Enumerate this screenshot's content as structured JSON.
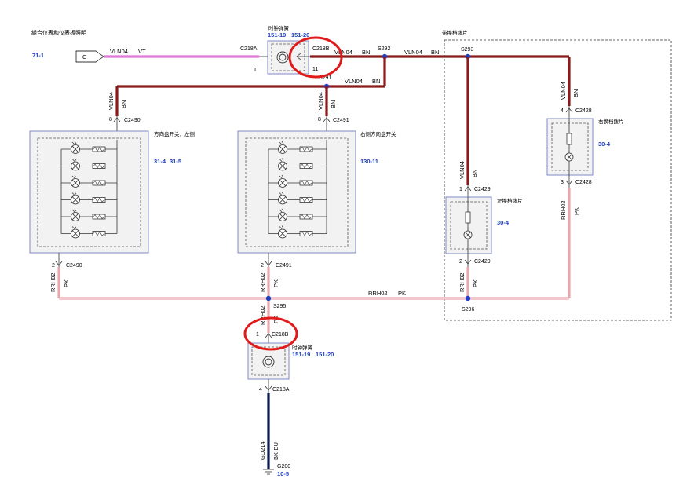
{
  "labels": {
    "cluster_title": "組合仪表和仪表板照明",
    "ref_71": "71-1",
    "plug_c": "C",
    "clock_spring_top": "时钟弹簧",
    "ref_151_19_top": "151-19",
    "ref_151_20_top": "151-20",
    "c218a_top": "C218A",
    "c218b_top": "C218B",
    "pin1_top": "1",
    "pin11_top": "11",
    "vln04_vt": "VLN04",
    "vt": "VT",
    "s292_w_vln": "VLN04",
    "s292_w_bn": "BN",
    "s292": "S292",
    "s292_e_vln": "VLN04",
    "s292_e_bn": "BN",
    "paddle_region": "带换档拨片",
    "s293": "S293",
    "s291": "S291",
    "s291_vln": "VLN04",
    "s291_bn": "BN",
    "left_sw_vln": "VLN04",
    "left_sw_bn": "BN",
    "left_sw_pin8": "8",
    "left_sw_conn_top": "C2490",
    "left_sw_title": "方向盘开关，左侧",
    "left_sw_ref1": "31-4",
    "left_sw_ref2": "31-5",
    "left_sw_pin2": "2",
    "left_sw_conn_bot": "C2490",
    "left_sw_rrh": "RRH02",
    "left_sw_pk": "PK",
    "right_sw_vln": "VLN04",
    "right_sw_bn": "BN",
    "right_sw_pin8": "8",
    "right_sw_conn_top": "C2491",
    "right_sw_title": "右侧方向盘开关",
    "right_sw_ref": "130-11",
    "right_sw_pin2": "2",
    "right_sw_conn_bot": "C2491",
    "right_sw_rrh": "RRH02",
    "right_sw_pk": "PK",
    "lp_vln": "VLN04",
    "lp_bn": "BN",
    "lp_pin1": "1",
    "lp_conn_top": "C2429",
    "lp_title": "左换档拨片",
    "lp_ref": "30-4",
    "lp_pin2": "2",
    "lp_conn_bot": "C2429",
    "lp_rrh": "RRH02",
    "lp_pk": "PK",
    "rp_vln": "VLN04",
    "rp_bn": "BN",
    "rp_pin4": "4",
    "rp_conn_top": "C2428",
    "rp_title": "右换档拨片",
    "rp_ref": "30-4",
    "rp_pin3": "3",
    "rp_conn_bot": "C2428",
    "rp_rrh": "RRH02",
    "rp_pk": "PK",
    "bus_rrh": "RRH02",
    "bus_pk": "PK",
    "s295": "S295",
    "s296": "S296",
    "bot_rrh": "RRH02",
    "bot_pk": "PK",
    "c218b_bot": "C218B",
    "pin1_bot": "1",
    "clock_spring_bot": "时钟弹簧",
    "ref_151_19_bot": "151-19",
    "ref_151_20_bot": "151-20",
    "pin4_bot": "4",
    "c218a_bot": "C218A",
    "gd214": "GD214",
    "bkbu": "BK-BU",
    "g200": "G200",
    "ref_10_5": "10-5"
  },
  "colors": {
    "wire_bn": "#8b1a1a",
    "wire_pk": "#e9a8ae",
    "wire_vt": "#e079d8",
    "wire_bkbu": "#0c1a4d",
    "node": "#1f3fbf",
    "highlight": "#e01b1b"
  }
}
